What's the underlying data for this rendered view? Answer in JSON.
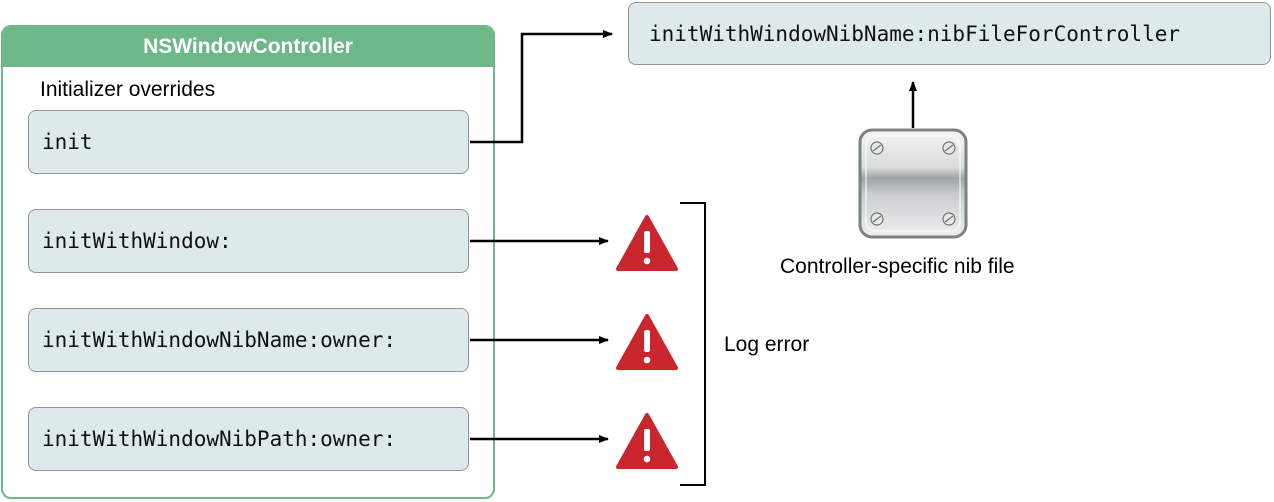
{
  "controller": {
    "title": "NSWindowController",
    "section_label": "Initializer overrides",
    "methods": [
      "init",
      "initWithWindow:",
      "initWithWindowNibName:owner:",
      "initWithWindowNibPath:owner:"
    ]
  },
  "target_method": "initWithWindowNibName:nibFileForController",
  "nib_caption": "Controller-specific nib file",
  "error_caption": "Log error",
  "icons": [
    "warning-icon",
    "nib-file-icon"
  ],
  "colors": {
    "header_green": "#6db788",
    "method_fill": "#dde9ea",
    "warning_red": "#c9262d"
  }
}
